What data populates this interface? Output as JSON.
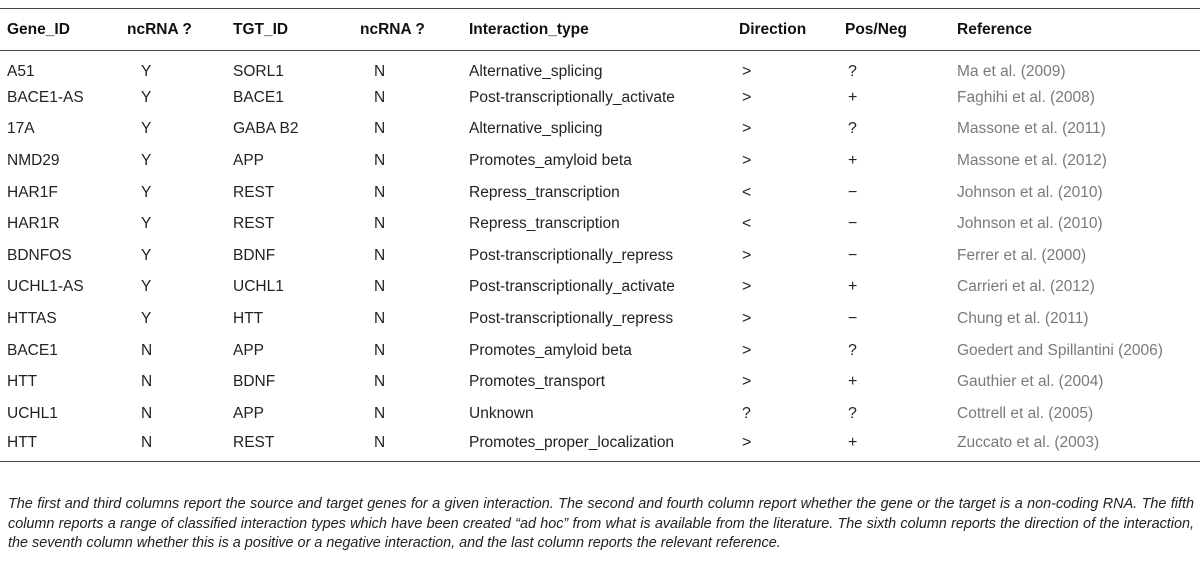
{
  "table": {
    "headers": [
      "Gene_ID",
      "ncRNA ?",
      "TGT_ID",
      "ncRNA ?",
      "Interaction_type",
      "Direction",
      "Pos/Neg",
      "Reference"
    ],
    "rows": [
      [
        "A51",
        "Y",
        "SORL1",
        "N",
        "Alternative_splicing",
        ">",
        "?",
        "Ma et al. (2009)"
      ],
      [
        "BACE1-AS",
        "Y",
        "BACE1",
        "N",
        "Post-transcriptionally_activate",
        ">",
        "+",
        "Faghihi et al. (2008)"
      ],
      [
        "17A",
        "Y",
        "GABA B2",
        "N",
        "Alternative_splicing",
        ">",
        "?",
        "Massone et al. (2011)"
      ],
      [
        "NMD29",
        "Y",
        "APP",
        "N",
        "Promotes_amyloid beta",
        ">",
        "+",
        "Massone et al. (2012)"
      ],
      [
        "HAR1F",
        "Y",
        "REST",
        "N",
        "Repress_transcription",
        "<",
        "−",
        "Johnson et al. (2010)"
      ],
      [
        "HAR1R",
        "Y",
        "REST",
        "N",
        "Repress_transcription",
        "<",
        "−",
        "Johnson et al. (2010)"
      ],
      [
        "BDNFOS",
        "Y",
        "BDNF",
        "N",
        "Post-transcriptionally_repress",
        ">",
        "−",
        "Ferrer et al. (2000)"
      ],
      [
        "UCHL1-AS",
        "Y",
        "UCHL1",
        "N",
        "Post-transcriptionally_activate",
        ">",
        "+",
        "Carrieri et al. (2012)"
      ],
      [
        "HTTAS",
        "Y",
        "HTT",
        "N",
        "Post-transcriptionally_repress",
        ">",
        "−",
        "Chung et al. (2011)"
      ],
      [
        "BACE1",
        "N",
        "APP",
        "N",
        "Promotes_amyloid beta",
        ">",
        "?",
        "Goedert and Spillantini (2006)"
      ],
      [
        "HTT",
        "N",
        "BDNF",
        "N",
        "Promotes_transport",
        ">",
        "+",
        "Gauthier et al. (2004)"
      ],
      [
        "UCHL1",
        "N",
        "APP",
        "N",
        "Unknown",
        "?",
        "?",
        "Cottrell et al. (2005)"
      ],
      [
        "HTT",
        "N",
        "REST",
        "N",
        "Promotes_proper_localization",
        ">",
        "+",
        "Zuccato et al. (2003)"
      ]
    ]
  },
  "caption": "The first and third columns report the source and target genes for a given interaction. The second and fourth column report whether the gene or the target is a non-coding RNA. The fifth column reports a range of classified interaction types which have been created “ad hoc” from what is available from the literature. The sixth column reports the direction of the interaction, the seventh column whether this is a positive or a negative interaction, and the last column reports the relevant reference."
}
